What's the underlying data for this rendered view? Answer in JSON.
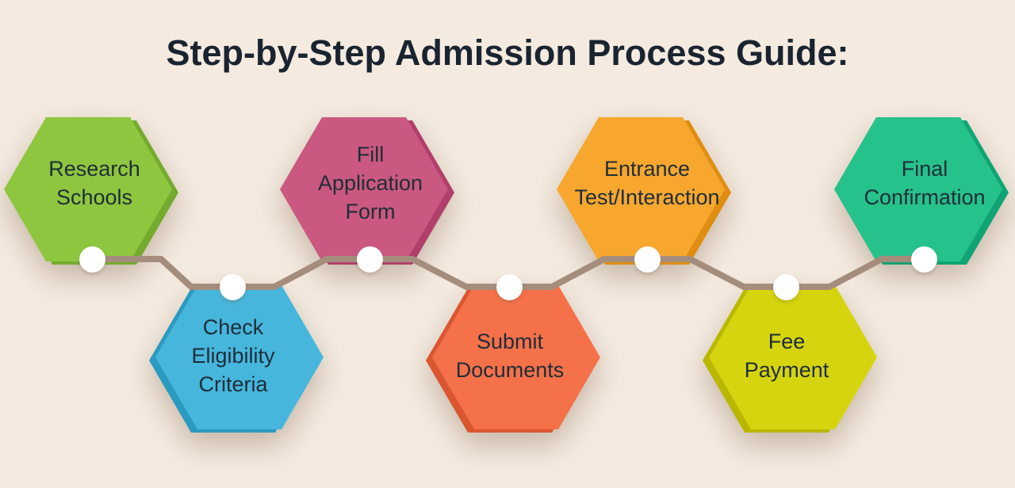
{
  "title": "Step-by-Step Admission Process Guide:",
  "colors": {
    "background": "#f4eadf",
    "title_text": "#1a2430",
    "label_text": "#1e2d38",
    "connector": "#a58d7d",
    "node_dot": "#ffffff"
  },
  "steps": [
    {
      "label": "Research\nSchools",
      "face": "#8ec63f",
      "base": "#74aa2e"
    },
    {
      "label": "Check\nEligibility\nCriteria",
      "face": "#46b6dd",
      "base": "#2b9ac0"
    },
    {
      "label": "Fill\nApplication\nForm",
      "face": "#ca5880",
      "base": "#b03f6b"
    },
    {
      "label": "Submit\nDocuments",
      "face": "#f4714a",
      "base": "#db5630"
    },
    {
      "label": "Entrance\nTest/Interaction",
      "face": "#f7a72e",
      "base": "#e08e11"
    },
    {
      "label": "Fee\nPayment",
      "face": "#d6d40e",
      "base": "#b9b700"
    },
    {
      "label": "Final\nConfirmation",
      "face": "#26c28b",
      "base": "#10a474"
    }
  ]
}
